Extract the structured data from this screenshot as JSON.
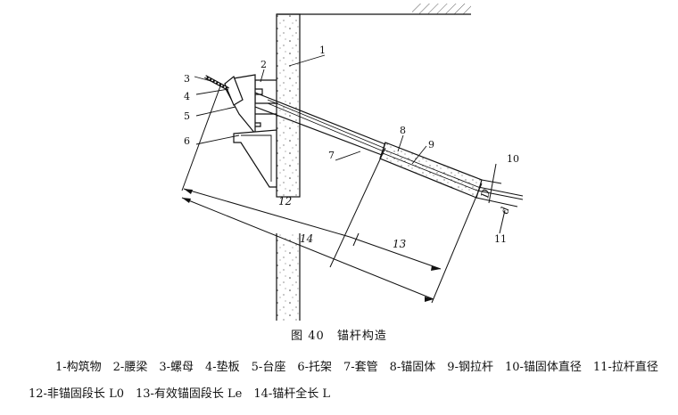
{
  "figure": {
    "part_numbers": [
      "1",
      "2",
      "3",
      "4",
      "5",
      "6",
      "7",
      "8",
      "9",
      "10",
      "11"
    ],
    "dimensions": {
      "d12": "12",
      "d13": "13",
      "d14": "14",
      "D": "D",
      "d": "d"
    }
  },
  "caption": "图 40　锚杆构造",
  "legend": "1-构筑物　2-腰梁　3-螺母　4-垫板　5-台座　6-托架　7-套管　8-锚固体　9-钢拉杆　10-锚固体直径　11-拉杆直径　12-非锚固段长 L0　13-有效锚固段长 Le　14-锚杆全长 L"
}
